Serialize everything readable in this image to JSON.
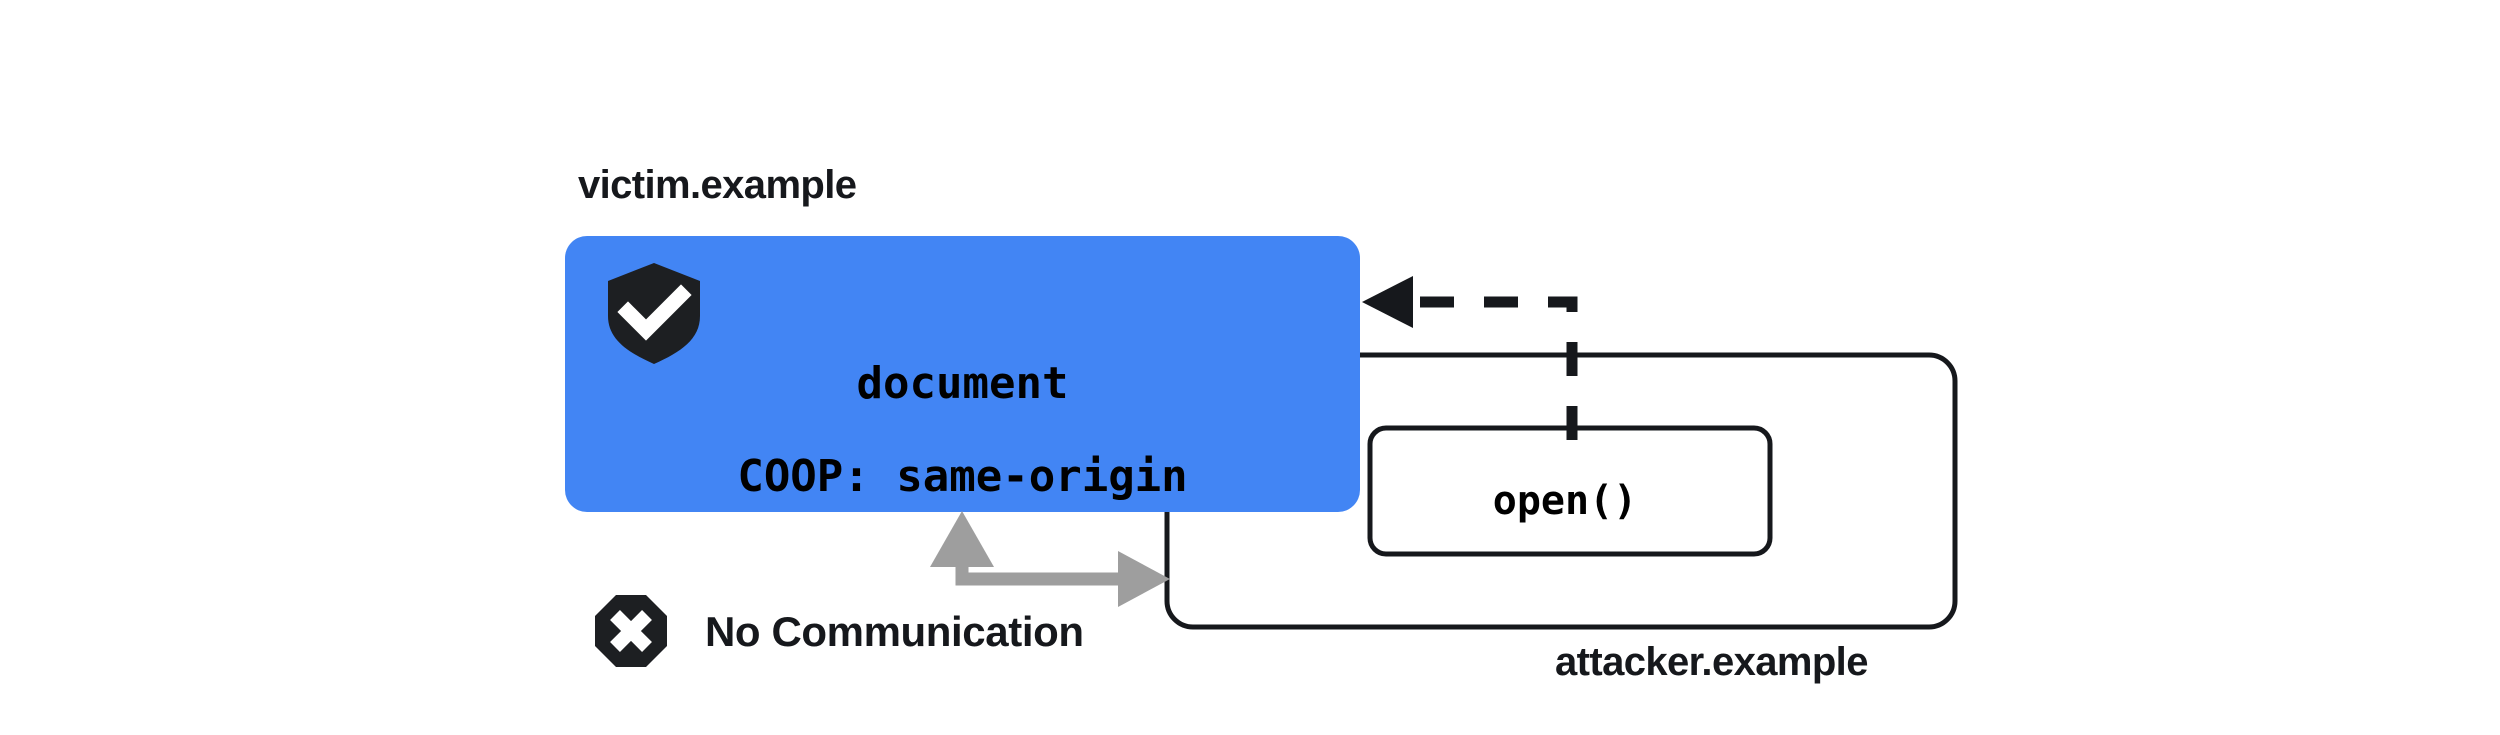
{
  "diagram": {
    "title": "COOP same-origin isolation diagram",
    "colors": {
      "victim_fill": "#4285f4",
      "ink": "#16181c",
      "arrow_gray": "#9e9e9e",
      "background": "#ffffff",
      "icon_white": "#ffffff"
    },
    "victim": {
      "origin_label": "victim.example",
      "shield_icon": "shield-check-icon",
      "document_line": "document",
      "header_line": "COOP: same-origin"
    },
    "attacker": {
      "origin_label": "attacker.example",
      "open_call_label": "open()"
    },
    "relations": {
      "no_communication_label": "No Communication",
      "no_communication_icon": "octagon-x-icon",
      "open_arrow_style": "dashed",
      "open_arrow_direction": "attacker-to-victim",
      "blocked_arrow_style": "solid-gray-bidirectional"
    }
  }
}
